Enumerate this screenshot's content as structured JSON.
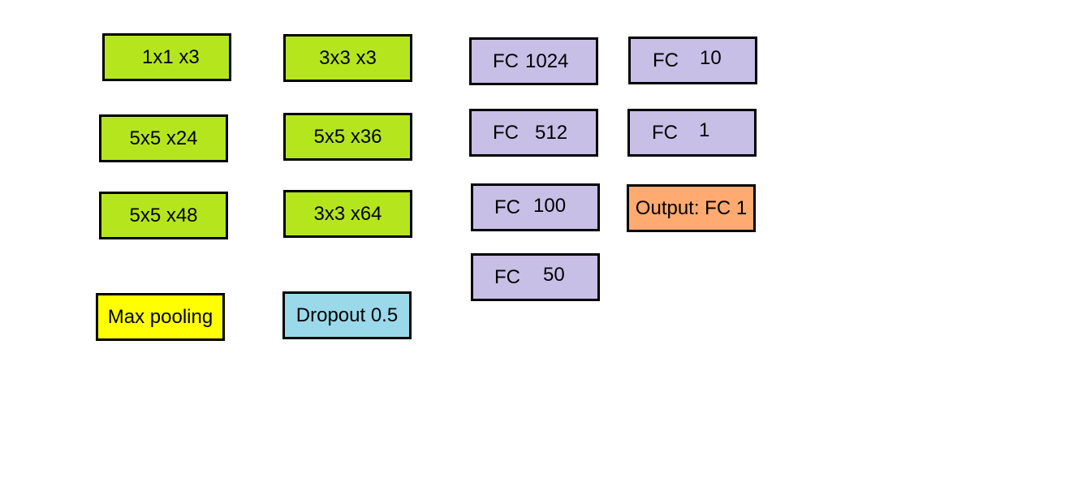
{
  "colors": {
    "conv": "#b5e61d",
    "max_pooling": "#ffff00",
    "dropout": "#99d9ea",
    "fully_connected": "#c8bfe7",
    "output": "#ffaa70",
    "border": "#000000"
  },
  "blocks": {
    "conv_1x1_x3": {
      "text": "1x1 x3"
    },
    "conv_3x3_x3": {
      "text": "3x3 x3"
    },
    "conv_5x5_x24": {
      "text": "5x5 x24"
    },
    "conv_5x5_x36": {
      "text": "5x5 x36"
    },
    "conv_5x5_x48": {
      "text": "5x5 x48"
    },
    "conv_3x3_x64": {
      "text": "3x3 x64"
    },
    "max_pooling": {
      "text": "Max pooling"
    },
    "dropout": {
      "text": "Dropout 0.5"
    },
    "fc_1024": {
      "prefix": "FC",
      "value": "1024"
    },
    "fc_512": {
      "prefix": "FC",
      "value": "512"
    },
    "fc_100": {
      "prefix": "FC",
      "value": "100"
    },
    "fc_50": {
      "prefix": "FC",
      "value": "50"
    },
    "fc_10": {
      "prefix": "FC",
      "value": "10"
    },
    "fc_1": {
      "prefix": "FC",
      "value": "1"
    },
    "output": {
      "text": "Output: FC 1"
    }
  }
}
